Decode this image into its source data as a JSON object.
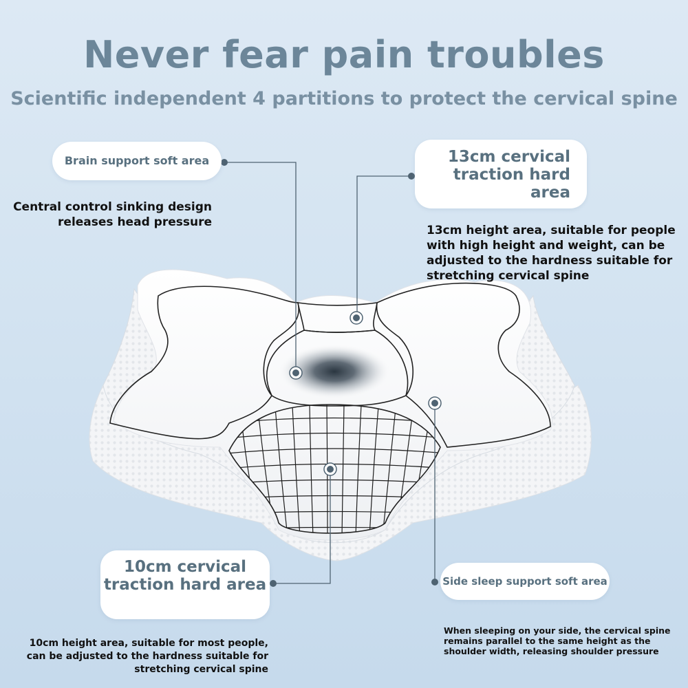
{
  "title": "Never fear pain troubles",
  "subtitle": "Scientific independent 4 partitions to protect the cervical spine",
  "callouts": {
    "brain": {
      "label": "Brain support soft area",
      "desc": "Central control sinking design releases head pressure"
    },
    "high": {
      "label": "13cm cervical traction hard area",
      "desc": "13cm height area, suitable for people with high height and weight, can be adjusted to the hardness suitable for stretching cervical spine"
    },
    "low": {
      "label": "10cm cervical traction hard area",
      "desc": "10cm height area, suitable for most people, can be adjusted to the hardness suitable for stretching cervical spine"
    },
    "side": {
      "label": "Side sleep support soft area",
      "desc": "When sleeping on your side, the cervical spine remains parallel to the same height as the shoulder width, releasing shoulder pressure"
    }
  },
  "colors": {
    "heading": "#6c8699",
    "bubble_text": "#58707f",
    "leader": "#4f6372",
    "background": "#d3e3f1"
  },
  "icons": [
    "contour-pillow-image",
    "marker-dot-icon"
  ]
}
